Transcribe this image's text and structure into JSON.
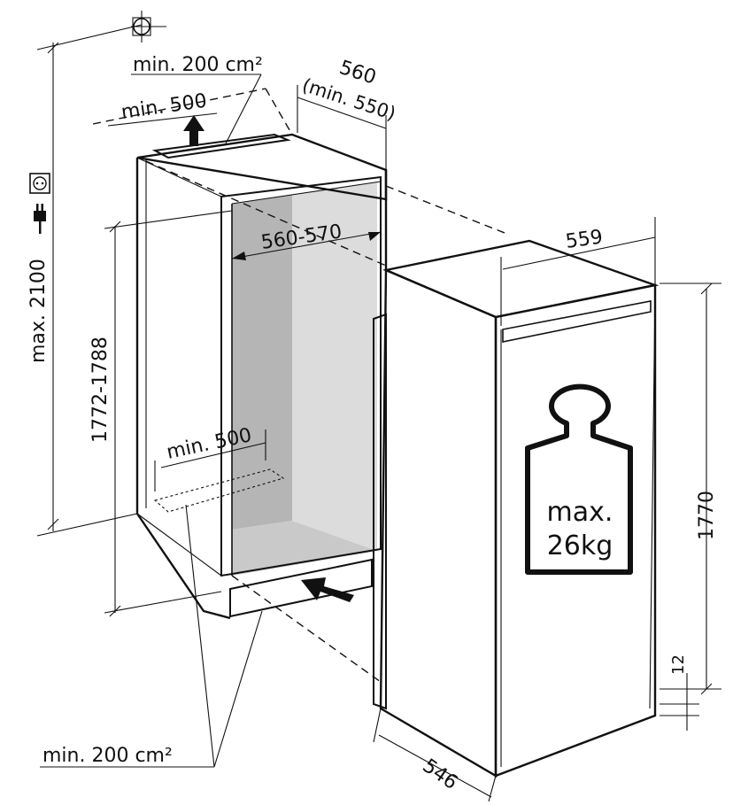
{
  "labels": {
    "vent_top_area": "min. 200 cm²",
    "vent_bottom_area": "min. 200 cm²",
    "top_clearance": "min. 500",
    "bottom_clearance": "min. 500",
    "niche_depth": "560",
    "niche_depth_min": "(min. 550)",
    "niche_width": "560-570",
    "niche_height": "1772-1788",
    "max_height": "max. 2100",
    "appliance_width": "559",
    "appliance_height": "1770",
    "plinth_gap": "12",
    "appliance_depth": "546",
    "door_load_line1": "max.",
    "door_load_line2": "26kg"
  },
  "colors": {
    "line": "#111111",
    "cavity_dark": "#b5b5b5",
    "cavity_light": "#d9d9d9",
    "vent_fill": "#e6e6e6",
    "background": "#ffffff"
  },
  "icons": [
    "plumb-center-symbol-icon",
    "power-socket-icon",
    "power-plug-icon",
    "weight-icon",
    "vent-arrow-up-icon",
    "vent-arrow-in-icon"
  ]
}
